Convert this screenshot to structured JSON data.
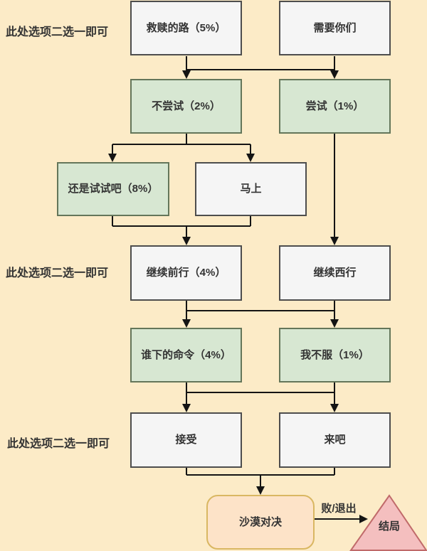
{
  "diagram": {
    "annotations": [
      {
        "text": "此处选项二选一即可"
      },
      {
        "text": "此处选项二选一即可"
      },
      {
        "text": "此处选项二选一即可"
      }
    ],
    "nodes": {
      "a1": {
        "label": "救赎的路（5%）"
      },
      "a2": {
        "label": "需要你们"
      },
      "b1": {
        "label": "不尝试（2%）"
      },
      "b2": {
        "label": "尝试（1%）"
      },
      "c1": {
        "label": "还是试试吧（8%）"
      },
      "c2": {
        "label": "马上"
      },
      "d1": {
        "label": "继续前行（4%）"
      },
      "d2": {
        "label": "继续西行"
      },
      "e1": {
        "label": "谁下的命令（4%）"
      },
      "e2": {
        "label": "我不服（1%）"
      },
      "f1": {
        "label": "接受"
      },
      "f2": {
        "label": "来吧"
      },
      "g": {
        "label": "沙漠对决"
      },
      "ending": {
        "label": "结局"
      }
    },
    "edge_labels": {
      "defeat_exit": "败/退出"
    },
    "colors": {
      "background": "#fcebc7",
      "box_fill": "#f5f5f5",
      "box_stroke": "#4d4d4d",
      "green_fill": "#d7e7d2",
      "green_stroke": "#64765a",
      "terminal_fill": "#fde3c8",
      "terminal_stroke": "#d9b762",
      "ending_fill": "#f4bfbf",
      "ending_stroke": "#c06a6a",
      "line": "#141414",
      "text": "#333333"
    }
  }
}
